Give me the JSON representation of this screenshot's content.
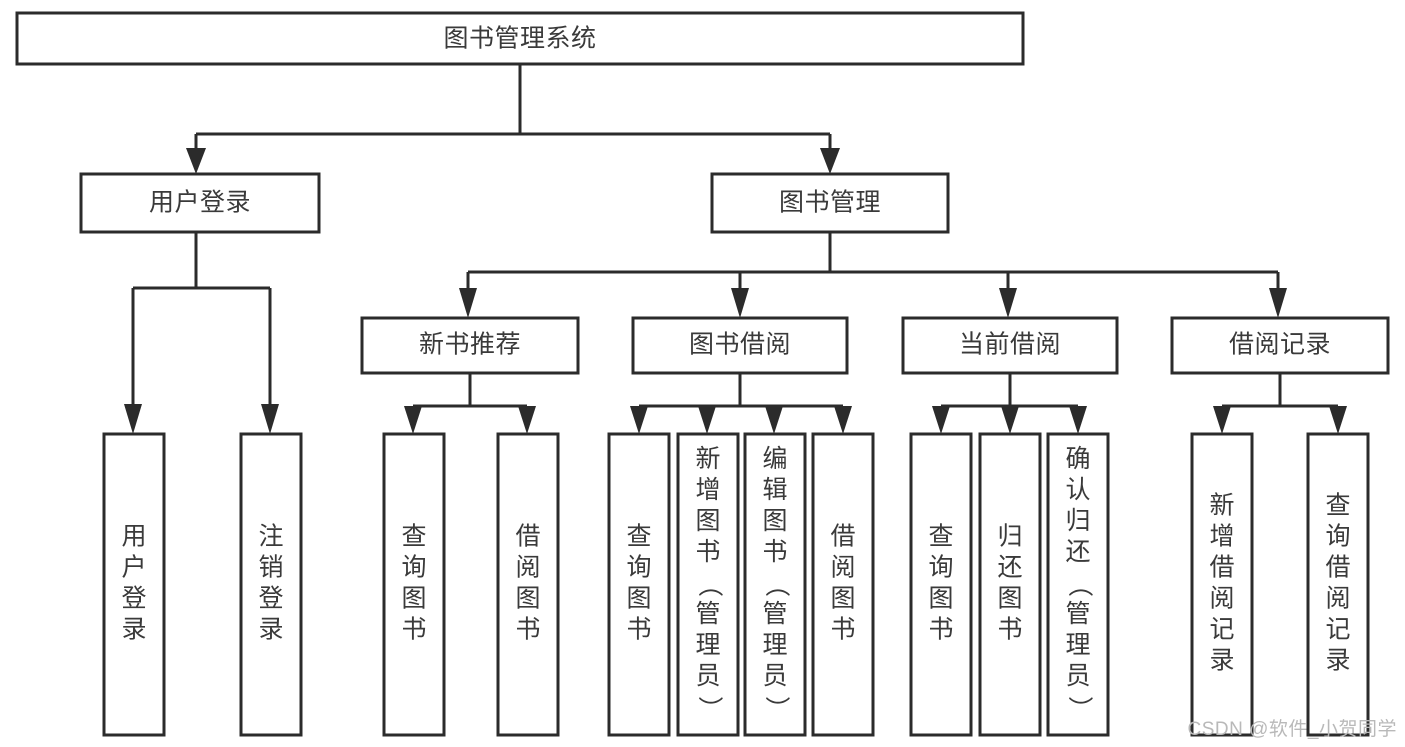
{
  "diagram": {
    "title": "图书管理系统",
    "type": "tree-hierarchy-diagram",
    "watermark": "CSDN @软件_小贺同学",
    "colors": {
      "background": "#ffffff",
      "box_stroke": "#2b2b2b",
      "box_fill": "#ffffff",
      "text": "#3a3a3a",
      "connector": "#2b2b2b",
      "watermark": "#b9b9b9"
    },
    "root": {
      "label": "图书管理系统"
    },
    "level2": [
      {
        "label": "用户登录"
      },
      {
        "label": "图书管理"
      }
    ],
    "level3": [
      {
        "label": "新书推荐"
      },
      {
        "label": "图书借阅"
      },
      {
        "label": "当前借阅"
      },
      {
        "label": "借阅记录"
      }
    ],
    "leaves": {
      "user_login": [
        {
          "label": "用户登录"
        },
        {
          "label": "注销登录"
        }
      ],
      "new_book_recommend": [
        {
          "label": "查询图书"
        },
        {
          "label": "借阅图书"
        }
      ],
      "book_borrow": [
        {
          "label": "查询图书"
        },
        {
          "label": "新增图书（管理员）"
        },
        {
          "label": "编辑图书（管理员）"
        },
        {
          "label": "借阅图书"
        }
      ],
      "current_borrow": [
        {
          "label": "查询图书"
        },
        {
          "label": "归还图书"
        },
        {
          "label": "确认归还（管理员）"
        }
      ],
      "borrow_record": [
        {
          "label": "新增借阅记录"
        },
        {
          "label": "查询借阅记录"
        }
      ]
    }
  }
}
